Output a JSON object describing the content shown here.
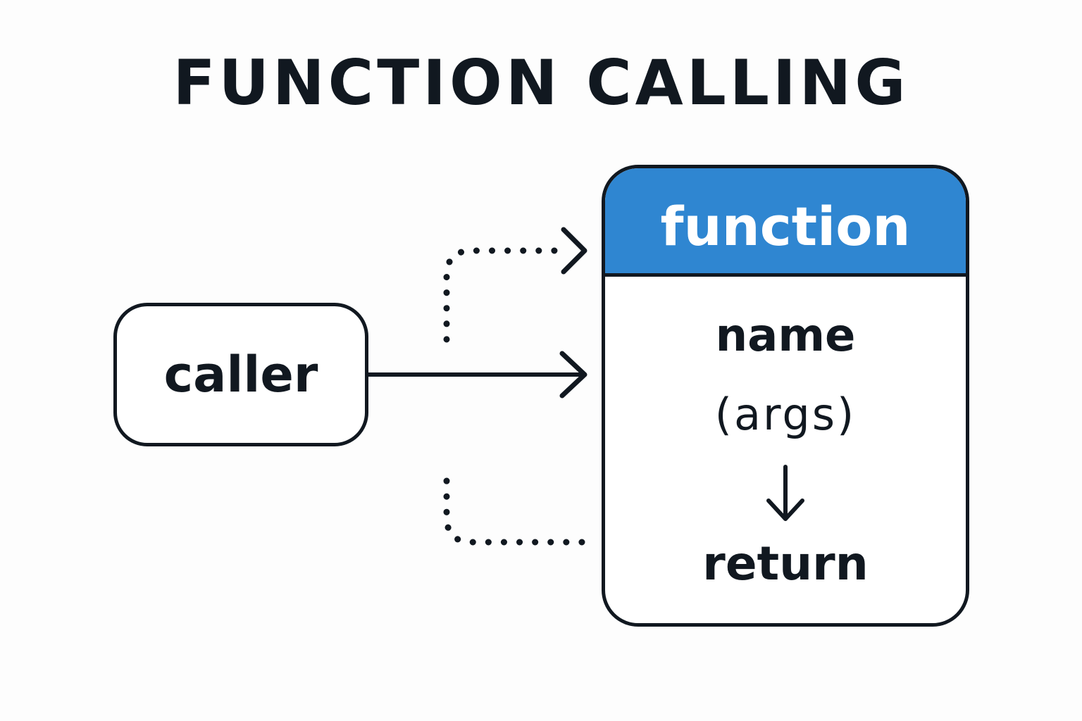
{
  "title": "FUNCTION CALLING",
  "caller": {
    "label": "caller"
  },
  "function": {
    "header": "function",
    "name": "name",
    "args": "(args)",
    "return": "return"
  },
  "colors": {
    "header_blue": "#2f86d1",
    "ink": "#111820",
    "background": "#fdfdfd"
  },
  "icons": {
    "call_arrow": "right-arrow-icon",
    "flow_arrow": "down-arrow-icon"
  }
}
